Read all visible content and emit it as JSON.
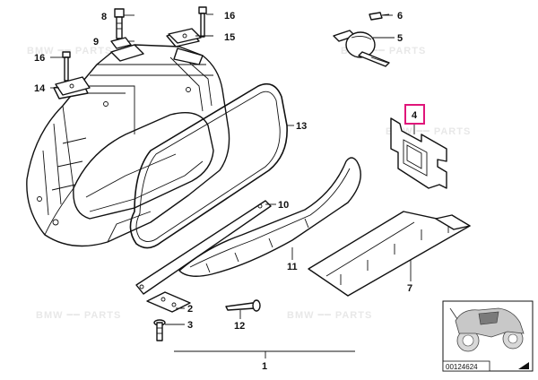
{
  "callouts": {
    "c1": "1",
    "c2": "2",
    "c3": "3",
    "c4": "4",
    "c5": "5",
    "c6": "6",
    "c7": "7",
    "c8": "8",
    "c9": "9",
    "c10": "10",
    "c11": "11",
    "c12": "12",
    "c13": "13",
    "c14": "14",
    "c15": "15",
    "c16a": "16",
    "c16b": "16"
  },
  "thumbnail": {
    "diagram_id": "00124624"
  },
  "highlight_color": "#e0157a"
}
